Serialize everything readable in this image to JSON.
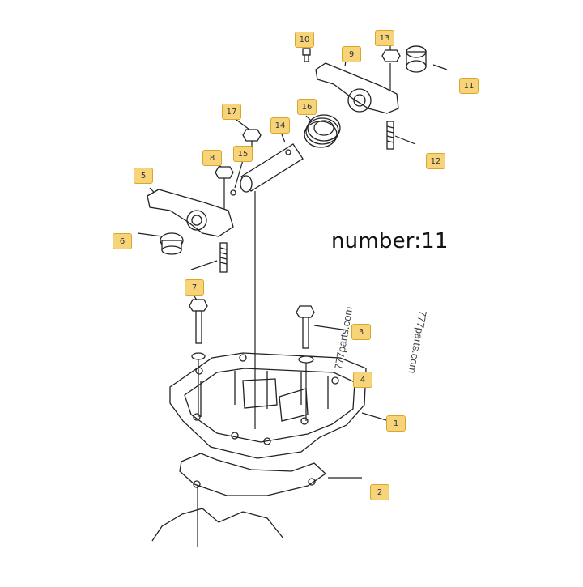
{
  "caption": "number:11",
  "watermark": [
    "777parts.com",
    "777parts.com"
  ],
  "callouts": [
    "1",
    "2",
    "3",
    "4",
    "5",
    "6",
    "7",
    "8",
    "9",
    "10",
    "11",
    "12",
    "13",
    "14",
    "15",
    "16",
    "17"
  ],
  "colors": {
    "callout_fill": "#f7d47a",
    "callout_border": "#d9a62a",
    "line": "#222222"
  }
}
